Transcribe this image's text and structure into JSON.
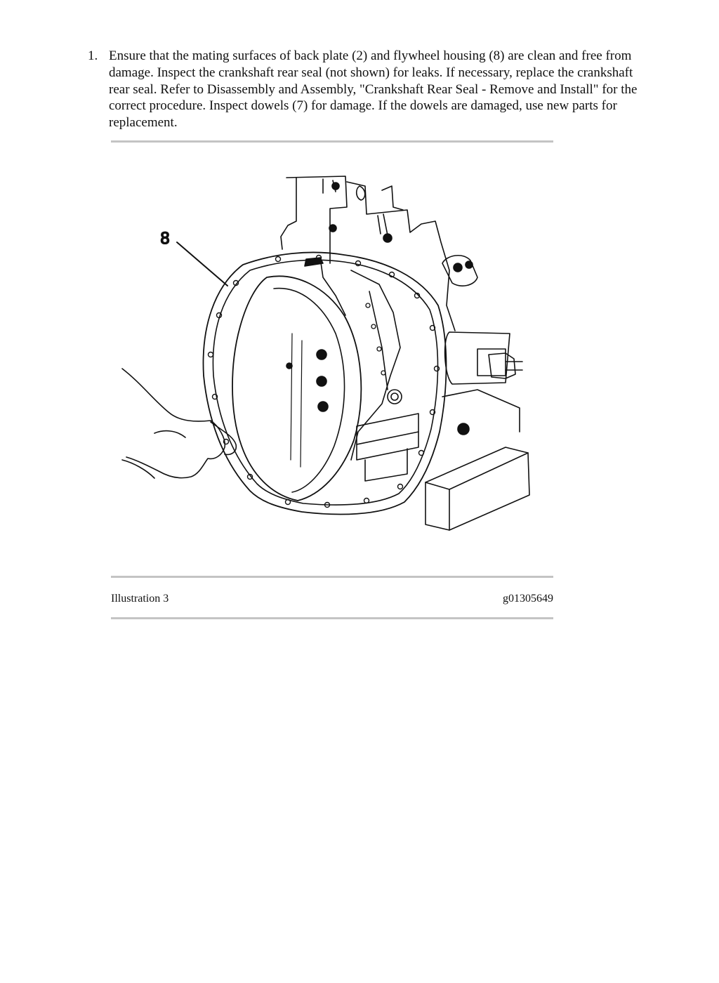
{
  "step": {
    "number": "1.",
    "text": "Ensure that the mating surfaces of back plate (2) and flywheel housing (8) are clean and free from damage. Inspect the crankshaft rear seal (not shown) for leaks. If necessary, replace the crankshaft rear seal. Refer to Disassembly and Assembly, \"Crankshaft Rear Seal - Remove and Install\" for the correct procedure. Inspect dowels (7) for damage. If the dowels are damaged, use new parts for replacement."
  },
  "figure": {
    "callout": "8"
  },
  "caption": {
    "label": "Illustration 3",
    "graphic_id": "g01305649"
  }
}
